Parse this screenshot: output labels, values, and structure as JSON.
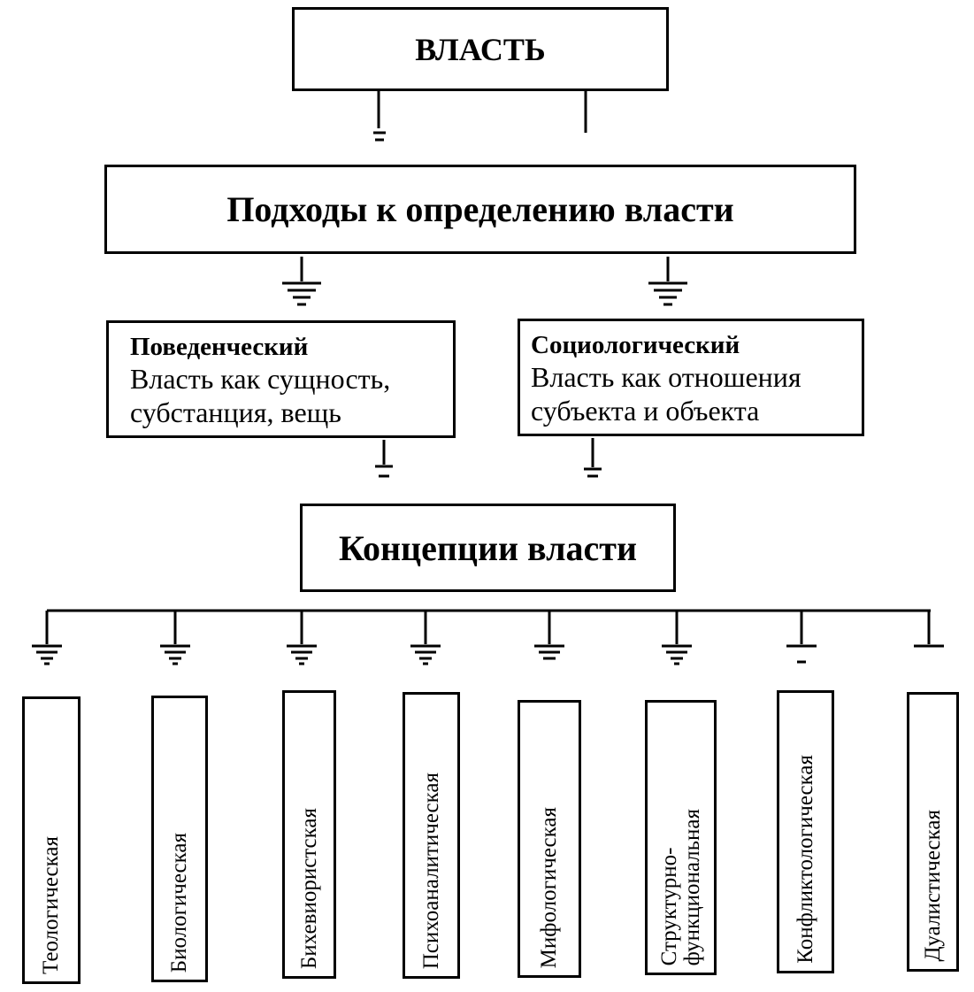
{
  "top": {
    "label": "ВЛАСТЬ"
  },
  "approaches_title": "Подходы к определению власти",
  "approaches": [
    {
      "name": "Поведенческий",
      "line1": "Власть как сущность,",
      "line2": "субстанция, вещь"
    },
    {
      "name": "Социологический",
      "line1": "Власть как отношения",
      "line2": "субъекта и объекта"
    }
  ],
  "concepts_title": "Концепции власти",
  "concepts": [
    "Теологическая",
    "Биологическая",
    "Бихевиористская",
    "Психоаналитическая",
    "Мифологическая",
    "Структурно-\nфункциональная",
    "Конфликтологическая",
    "Дуалистическая"
  ]
}
